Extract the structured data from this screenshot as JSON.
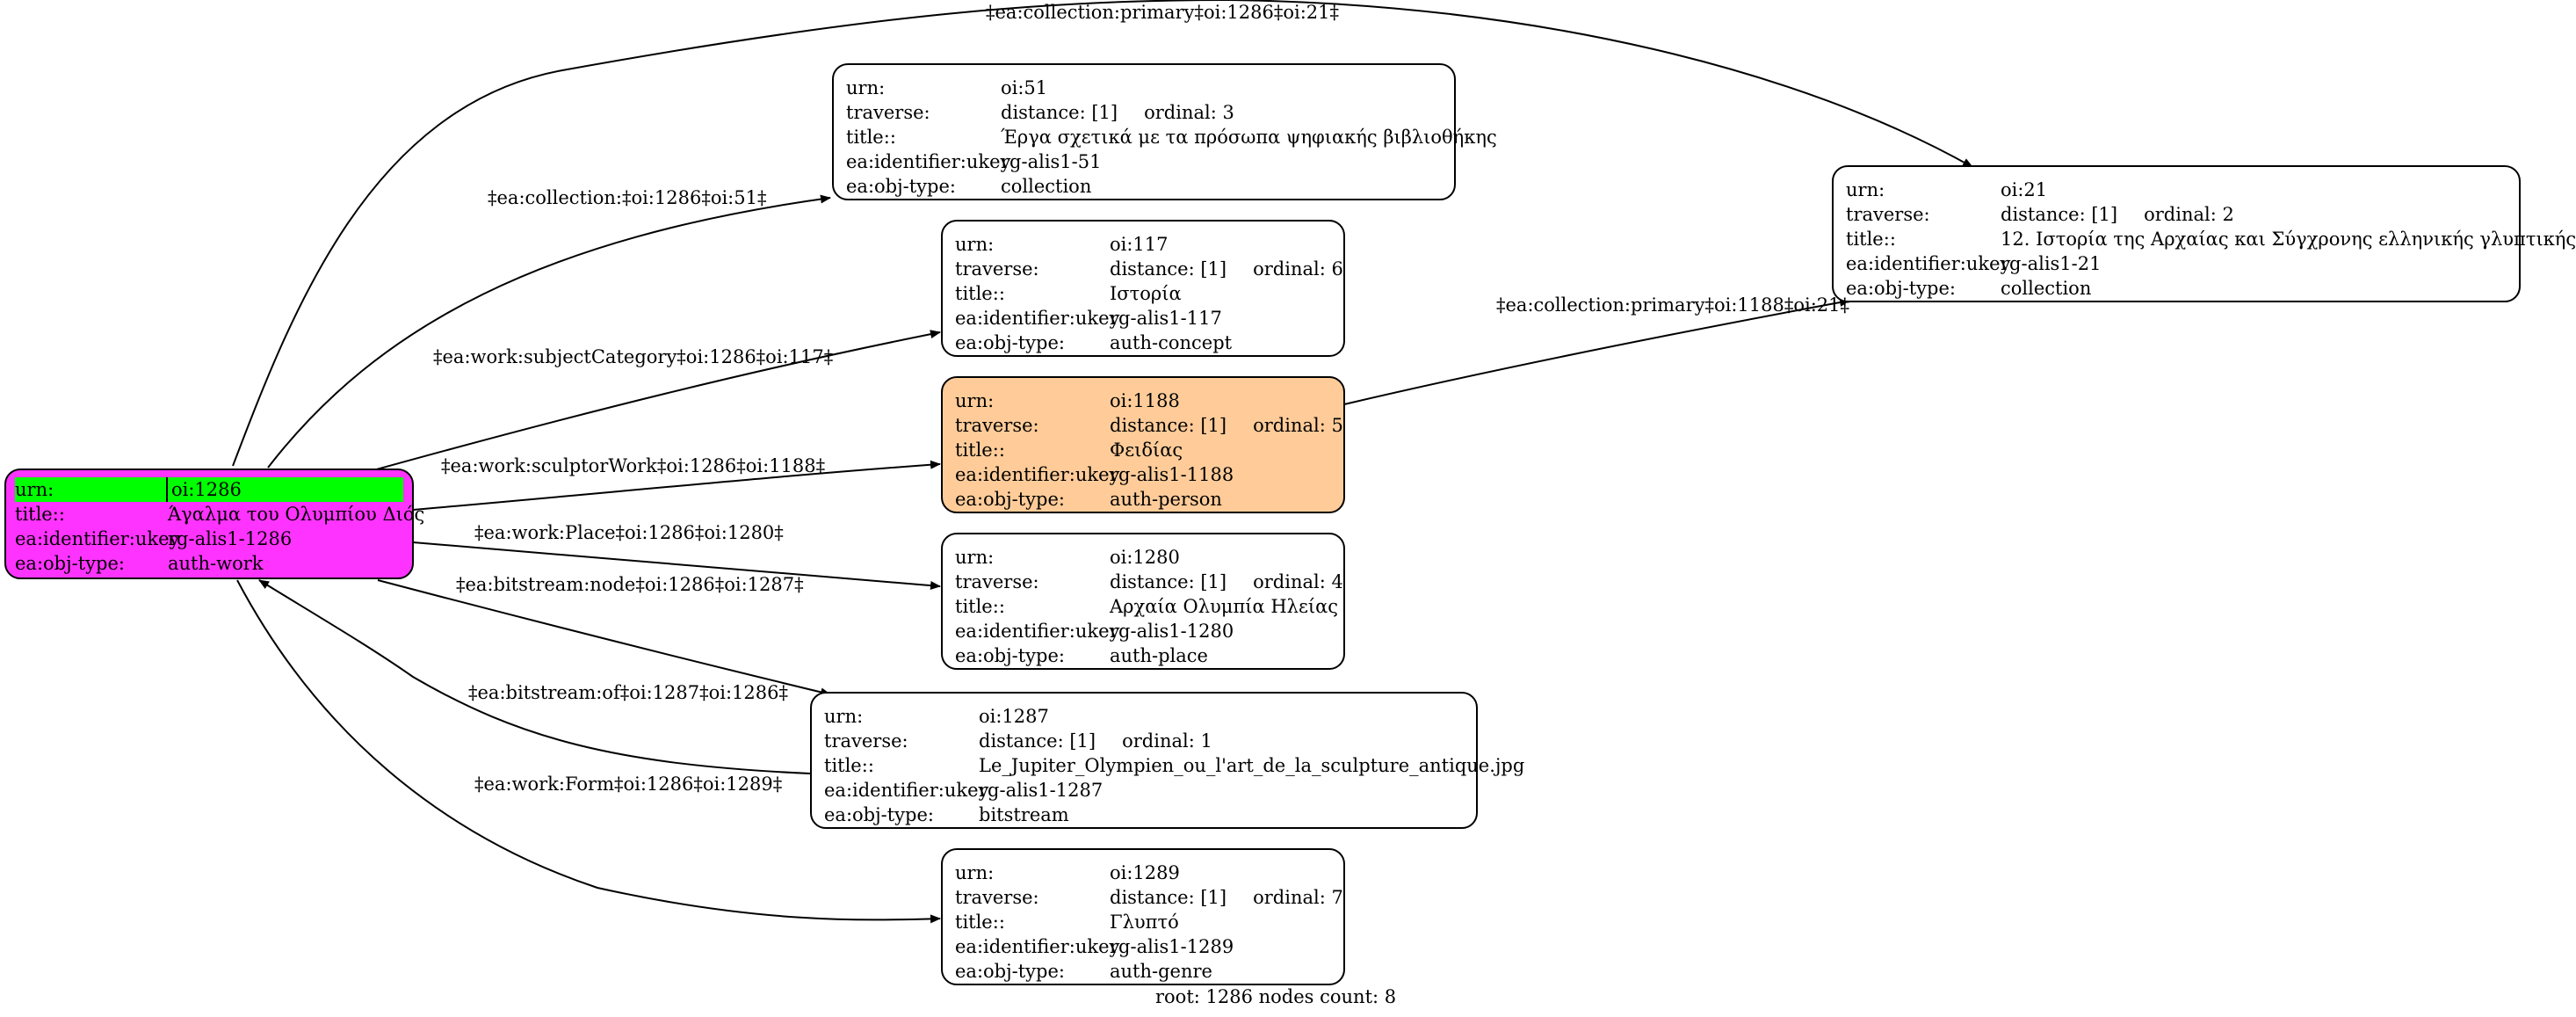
{
  "root": {
    "fill": "#ff33ff",
    "header_fill": "#00ff00",
    "rows": [
      {
        "key": "urn:",
        "value": "oi:1286"
      },
      {
        "key": "title::",
        "value": "Άγαλμα του Ολυμπίου Διός"
      },
      {
        "key": "ea:identifier:ukey",
        "value": "rg-alis1-1286"
      },
      {
        "key": "ea:obj-type:",
        "value": "auth-work"
      }
    ]
  },
  "nodes": [
    {
      "id": "oi51",
      "fill": "#ffffff",
      "urn": "oi:51",
      "distance": "distance: [1]",
      "ordinal": "ordinal: 3",
      "title": "Έργα σχετικά με τα πρόσωπα ψηφιακής βιβλιοθήκης",
      "ukey": "rg-alis1-51",
      "objtype": "collection"
    },
    {
      "id": "oi117",
      "fill": "#ffffff",
      "urn": "oi:117",
      "distance": "distance: [1]",
      "ordinal": "ordinal: 6",
      "title": "Ιστορία",
      "ukey": "rg-alis1-117",
      "objtype": "auth-concept"
    },
    {
      "id": "oi1188",
      "fill": "#ffcc99",
      "urn": "oi:1188",
      "distance": "distance: [1]",
      "ordinal": "ordinal: 5",
      "title": "Φειδίας",
      "ukey": "rg-alis1-1188",
      "objtype": "auth-person"
    },
    {
      "id": "oi1280",
      "fill": "#ffffff",
      "urn": "oi:1280",
      "distance": "distance: [1]",
      "ordinal": "ordinal: 4",
      "title": "Αρχαία Ολυμπία Ηλείας",
      "ukey": "rg-alis1-1280",
      "objtype": "auth-place"
    },
    {
      "id": "oi1287",
      "fill": "#ffffff",
      "urn": "oi:1287",
      "distance": "distance: [1]",
      "ordinal": "ordinal: 1",
      "title": "Le_Jupiter_Olympien_ou_l'art_de_la_sculpture_antique.jpg",
      "ukey": "rg-alis1-1287",
      "objtype": "bitstream"
    },
    {
      "id": "oi1289",
      "fill": "#ffffff",
      "urn": "oi:1289",
      "distance": "distance: [1]",
      "ordinal": "ordinal: 7",
      "title": "Γλυπτό",
      "ukey": "rg-alis1-1289",
      "objtype": "auth-genre"
    },
    {
      "id": "oi21",
      "fill": "#ffffff",
      "urn": "oi:21",
      "distance": "distance: [1]",
      "ordinal": "ordinal: 2",
      "title": "12. Ιστορία της Αρχαίας και Σύγχρονης ελληνικής γλυπτικής",
      "ukey": "rg-alis1-21",
      "objtype": "collection"
    }
  ],
  "field_labels": {
    "urn": "urn:",
    "traverse": "traverse:",
    "title": "title::",
    "ukey": "ea:identifier:ukey",
    "objtype": "ea:obj-type:"
  },
  "edges": [
    {
      "id": "e-primary-21",
      "label": "‡ea:collection:primary‡oi:1286‡oi:21‡"
    },
    {
      "id": "e-collection-51",
      "label": "‡ea:collection:‡oi:1286‡oi:51‡"
    },
    {
      "id": "e-subject-117",
      "label": "‡ea:work:subjectCategory‡oi:1286‡oi:117‡"
    },
    {
      "id": "e-sculptor-1188",
      "label": "‡ea:work:sculptorWork‡oi:1286‡oi:1188‡"
    },
    {
      "id": "e-place-1280",
      "label": "‡ea:work:Place‡oi:1286‡oi:1280‡"
    },
    {
      "id": "e-node-1287",
      "label": "‡ea:bitstream:node‡oi:1286‡oi:1287‡"
    },
    {
      "id": "e-of-1287",
      "label": "‡ea:bitstream:of‡oi:1287‡oi:1286‡"
    },
    {
      "id": "e-form-1289",
      "label": "‡ea:work:Form‡oi:1286‡oi:1289‡"
    },
    {
      "id": "e-primary-1188-21",
      "label": "‡ea:collection:primary‡oi:1188‡oi:21‡"
    }
  ],
  "footer": "root: 1286 nodes count: 8"
}
